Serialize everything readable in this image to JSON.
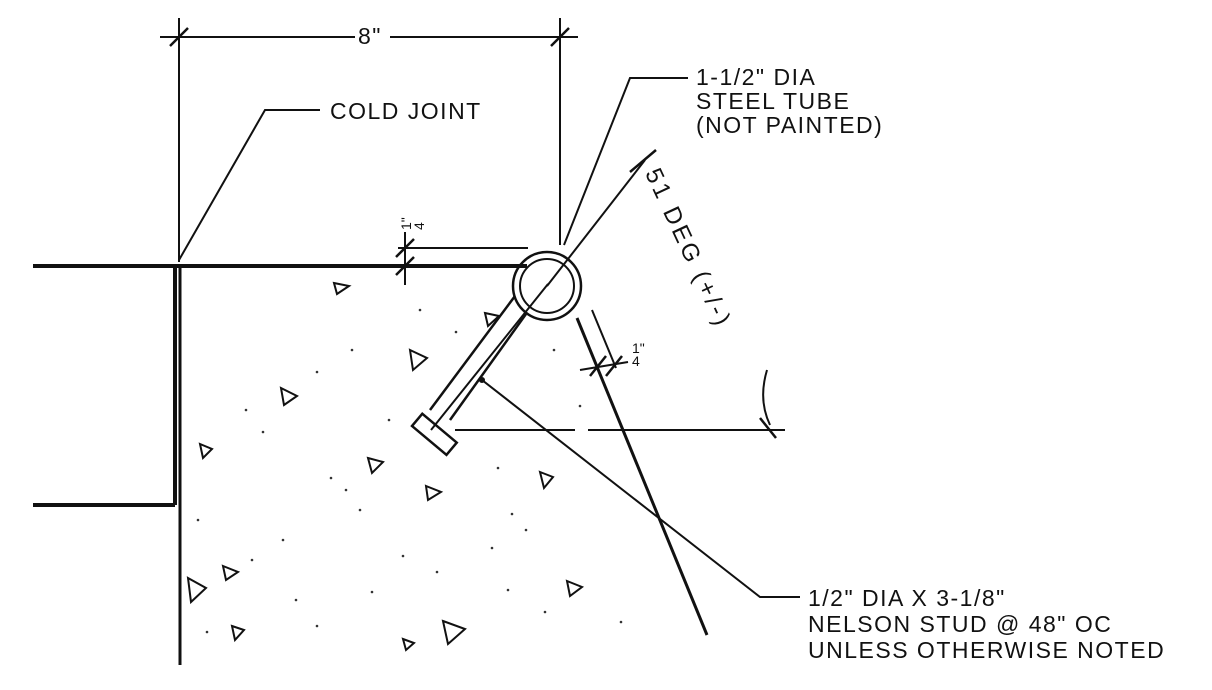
{
  "dimensions": {
    "width": "8\"",
    "edge_gap": "1\"\n4",
    "slot_gap": "1\"\n4",
    "angle": "51 DEG (+/-)"
  },
  "labels": {
    "cold_joint": "COLD JOINT",
    "tube": [
      "1-1/2\" DIA",
      "STEEL TUBE",
      "(NOT PAINTED)"
    ],
    "stud": [
      "1/2\" DIA X 3-1/8\"",
      "NELSON STUD @ 48\" OC",
      "UNLESS OTHERWISE NOTED"
    ]
  },
  "colors": {
    "ink": "#111111",
    "paper": "#ffffff"
  }
}
